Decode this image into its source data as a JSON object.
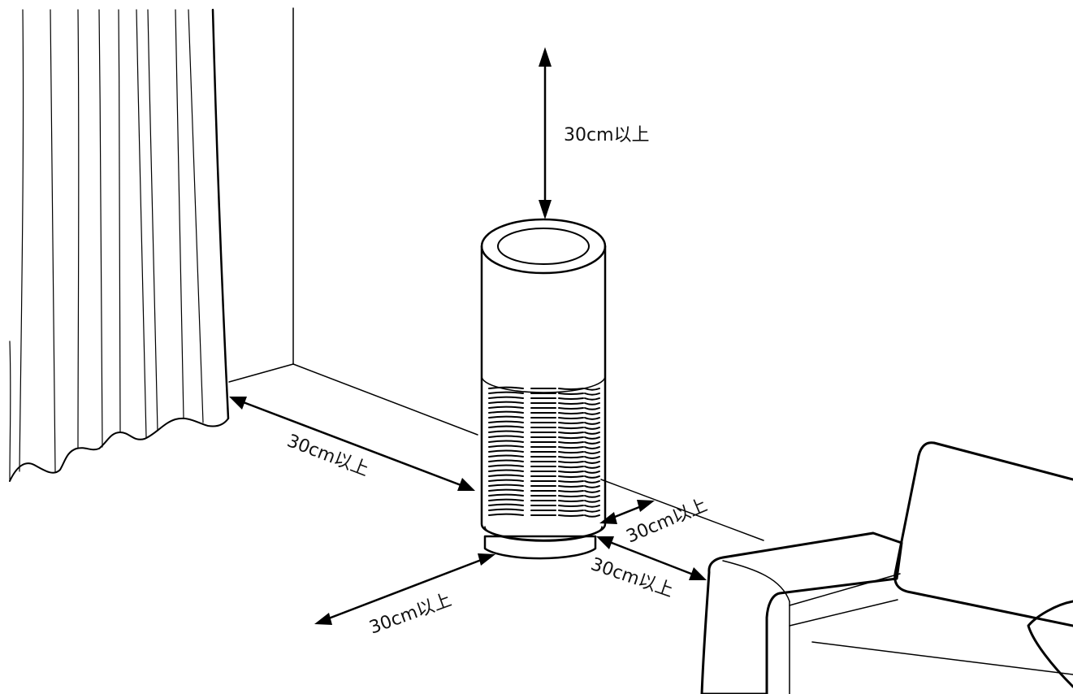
{
  "diagram": {
    "ink_color": "#000000",
    "background_color": "#ffffff",
    "clearances": {
      "top": "30cm以上",
      "left_curtain": "30cm以上",
      "back_wall": "30cm以上",
      "right_sofa": "30cm以上",
      "front": "30cm以上"
    }
  }
}
